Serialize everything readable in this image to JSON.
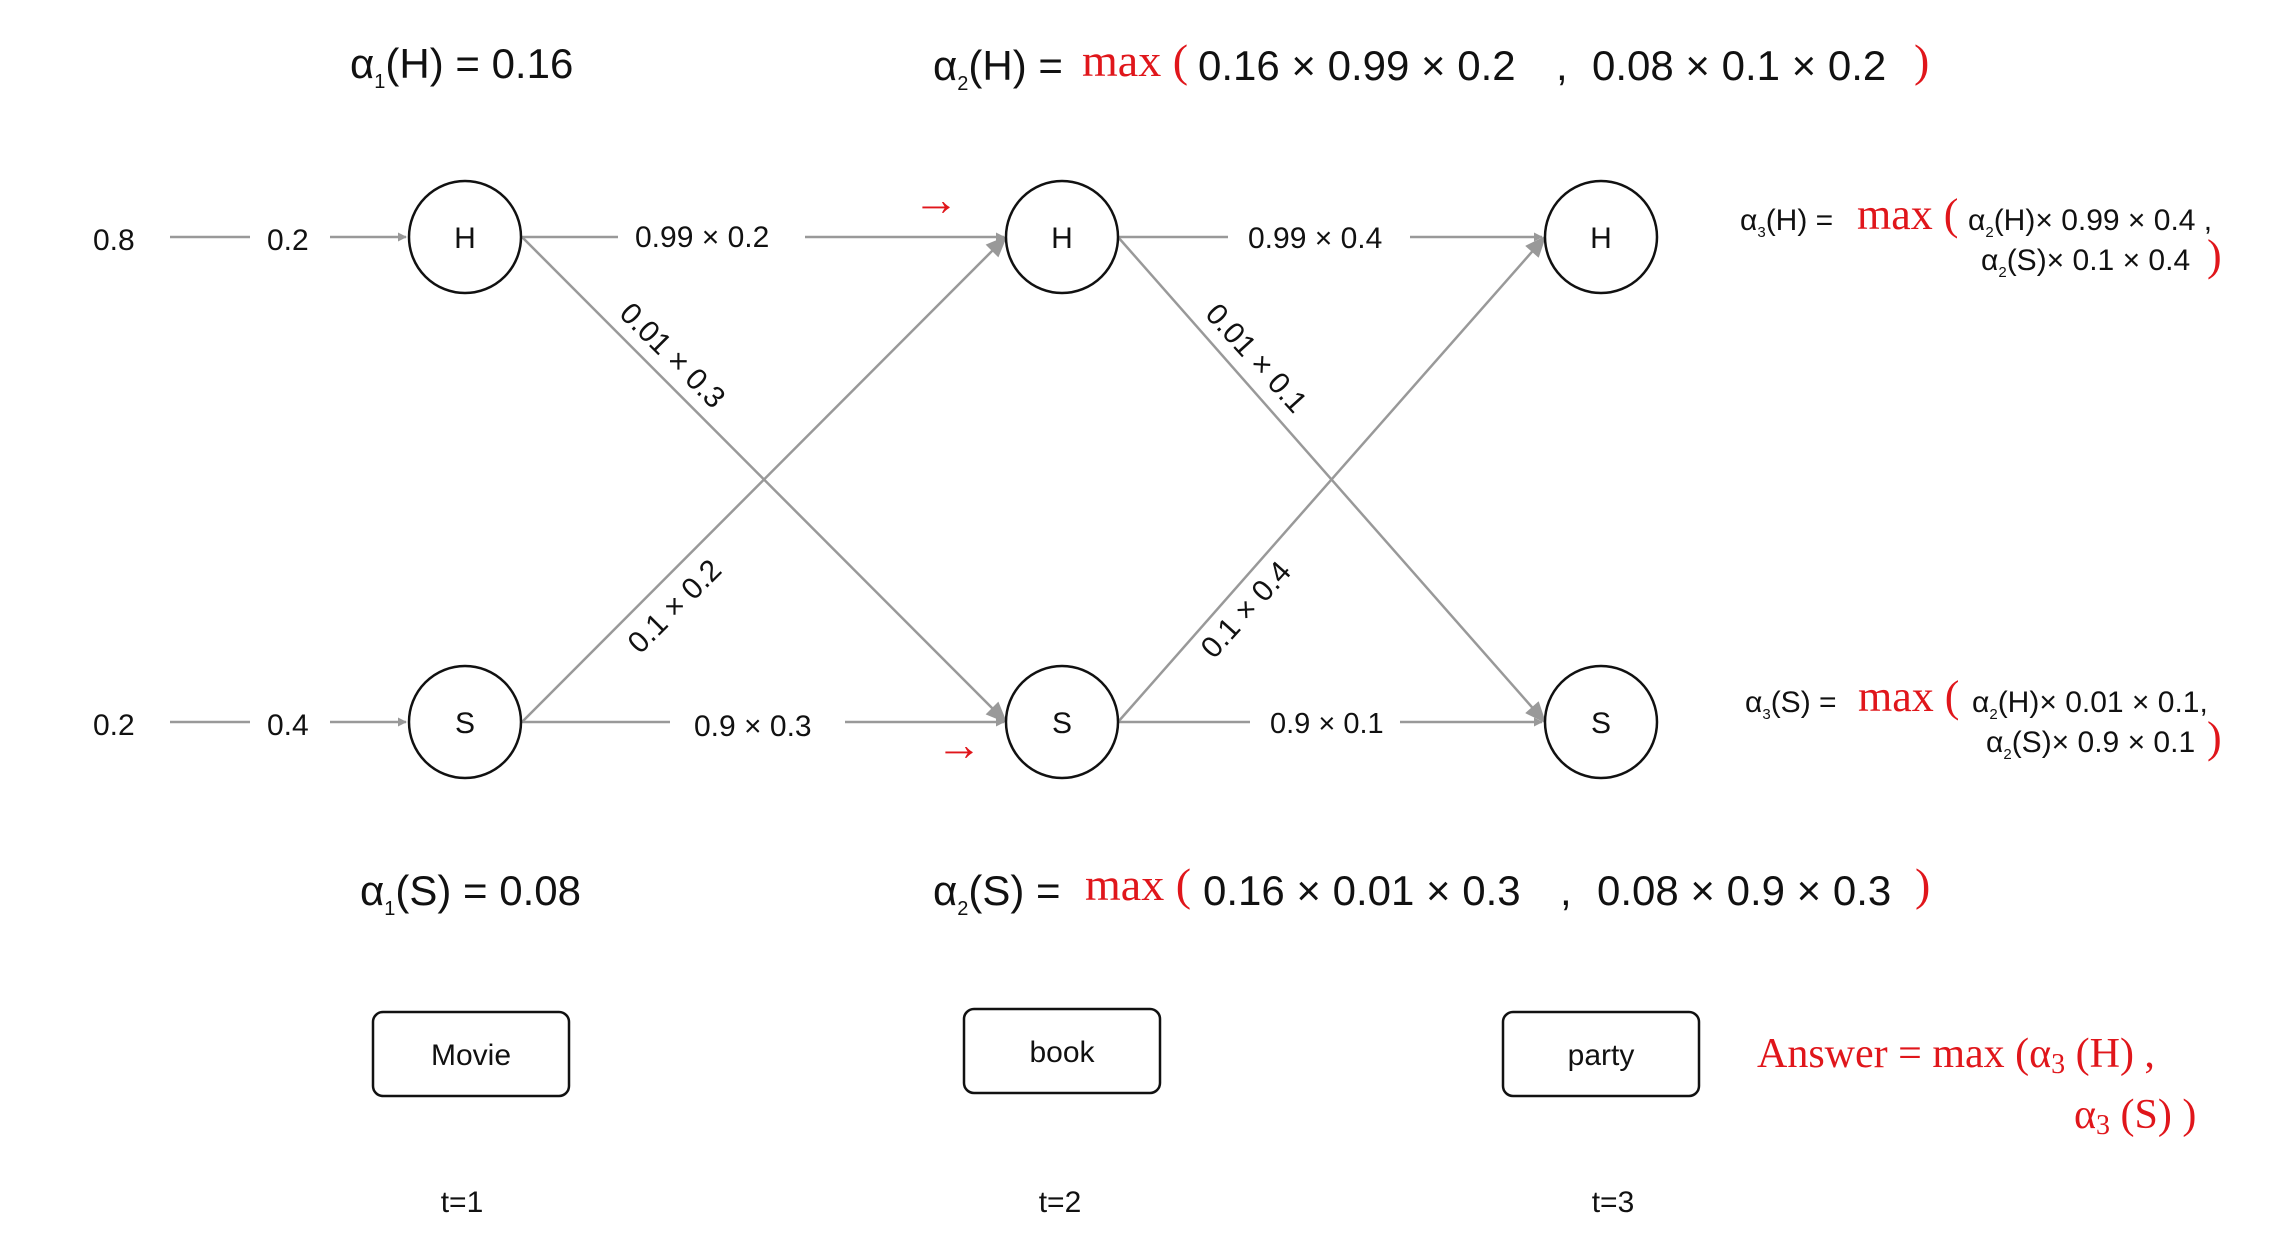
{
  "colors": {
    "edge": "#999999",
    "node_stroke": "#111111",
    "text": "#111111",
    "accent": "#e0161b"
  },
  "alpha1": {
    "h_label": "α",
    "h_sub": "1",
    "h_rest": "(H) = 0.16",
    "s_label": "α",
    "s_sub": "1",
    "s_rest": "(S) = 0.08"
  },
  "alpha2": {
    "h": {
      "label": "α",
      "sub": "2",
      "lhs": "(H) =",
      "max": "max (",
      "term1": "0.16 × 0.99 × 0.2",
      "comma": ",",
      "term2": "0.08 × 0.1 × 0.2",
      "close": ")"
    },
    "s": {
      "label": "α",
      "sub": "2",
      "lhs": "(S) =",
      "max": "max (",
      "term1": "0.16 × 0.01 × 0.3",
      "comma": ",",
      "term2": "0.08 × 0.9 × 0.3",
      "close": ")"
    }
  },
  "alpha3": {
    "h": {
      "label": "α",
      "sub": "3",
      "lhs": "(H) =",
      "max": "max (",
      "line1_a": "α",
      "line1_sub": "2",
      "line1_rest": "(H)× 0.99 × 0.4 ,",
      "line2_a": "α",
      "line2_sub": "2",
      "line2_rest": "(S)× 0.1 × 0.4",
      "close": ")"
    },
    "s": {
      "label": "α",
      "sub": "3",
      "lhs": "(S) =",
      "max": "max (",
      "line1_a": "α",
      "line1_sub": "2",
      "line1_rest": "(H)× 0.01 × 0.1,",
      "line2_a": "α",
      "line2_sub": "2",
      "line2_rest": "(S)× 0.9 × 0.1",
      "close": ")"
    }
  },
  "initial": {
    "h_prior": "0.8",
    "h_emit": "0.2",
    "s_prior": "0.2",
    "s_emit": "0.4"
  },
  "nodes": {
    "t1": {
      "h": "H",
      "s": "S"
    },
    "t2": {
      "h": "H",
      "s": "S"
    },
    "t3": {
      "h": "H",
      "s": "S"
    }
  },
  "edges_t1_t2": {
    "hh": "0.99 × 0.2",
    "hs": "0.01 × 0.3",
    "sh": "0.1 × 0.2",
    "ss": "0.9 × 0.3"
  },
  "edges_t2_t3": {
    "hh": "0.99 × 0.4",
    "hs": "0.01 × 0.1",
    "sh": "0.1 × 0.4",
    "ss": "0.9 × 0.1"
  },
  "markers": {
    "arrow": "→"
  },
  "words": [
    "Movie",
    "book",
    "party"
  ],
  "timesteps": [
    "t=1",
    "t=2",
    "t=3"
  ],
  "answer": {
    "line1": "Answer = max (α",
    "line1_sub": "3",
    "line1_rest": " (H) ,",
    "line2": "α",
    "line2_sub": "3",
    "line2_rest": " (S) )"
  }
}
